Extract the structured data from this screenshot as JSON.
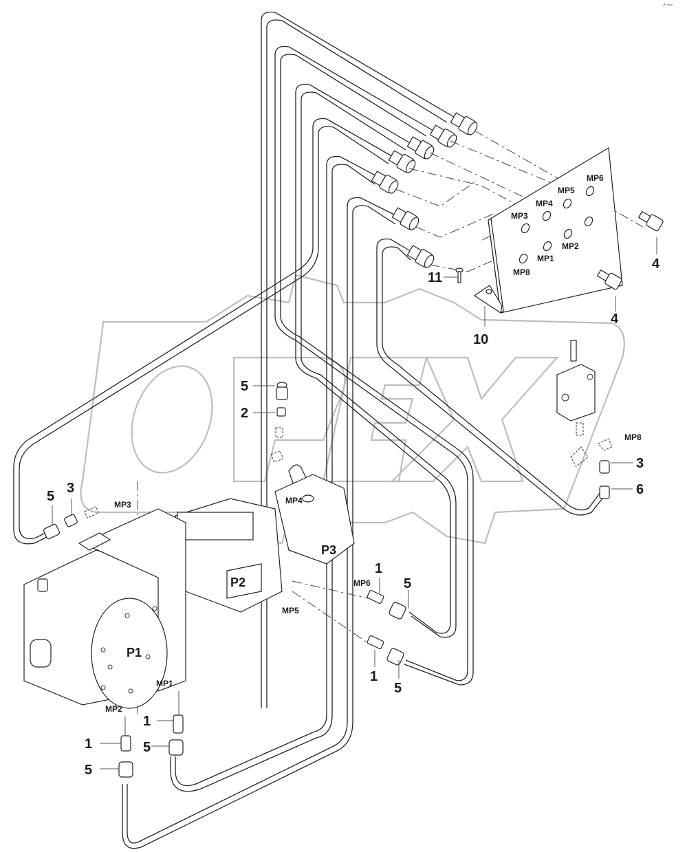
{
  "diagram": {
    "title": "Hydraulic pump measuring point hoses",
    "corner_mark": "↗ ══",
    "watermark": "OPEX",
    "colors": {
      "line": "#222222",
      "watermark": "#bdbdbd",
      "background": "#ffffff"
    },
    "callouts": {
      "c1a": "1",
      "c1b": "1",
      "c1c": "1",
      "c1d": "1",
      "c2": "2",
      "c3a": "3",
      "c3b": "3",
      "c4a": "4",
      "c4b": "4",
      "c5a": "5",
      "c5b": "5",
      "c5c": "5",
      "c5d": "5",
      "c5e": "5",
      "c5f": "5",
      "c6": "6",
      "c10": "10",
      "c11": "11"
    },
    "panel_labels": {
      "mp6": "MP6",
      "mp5": "MP5",
      "mp4": "MP4",
      "mp3": "MP3",
      "mp2": "MP2",
      "mp1": "MP1",
      "mp8": "MP8"
    },
    "port_labels": {
      "mp3": "MP3",
      "mp4": "MP4",
      "mp6": "MP6",
      "mp5": "MP5",
      "mp1": "MP1",
      "mp2": "MP2",
      "mp8": "MP8"
    },
    "pump_labels": {
      "p1": "P1",
      "p2": "P2",
      "p3": "P3"
    }
  }
}
